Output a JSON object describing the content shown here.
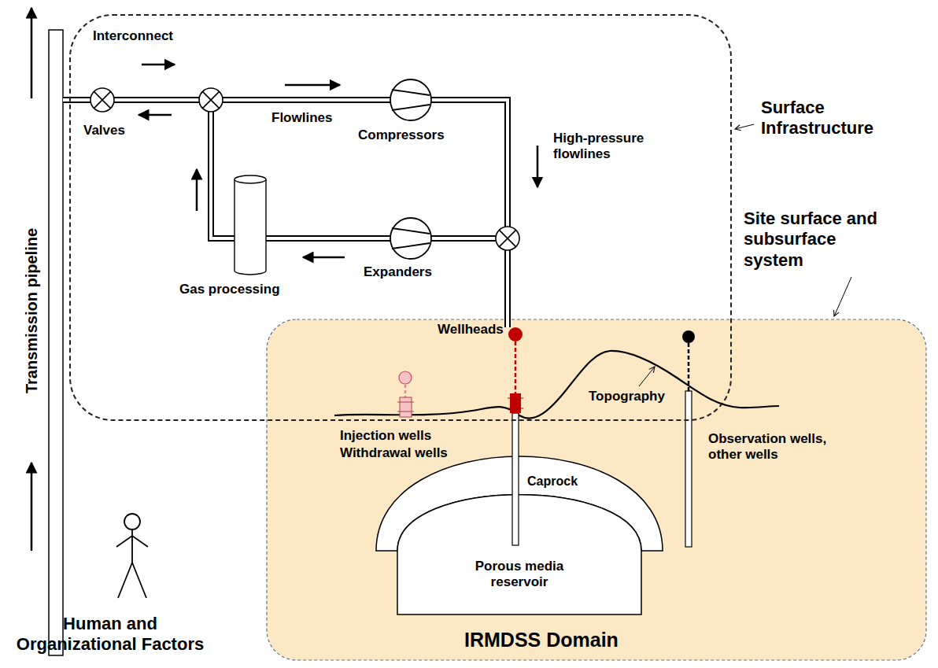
{
  "diagram": {
    "nodes": [
      {
        "text": [
          "Surface Infrastructure"
        ]
      },
      {
        "text": [
          "Site surface and subsurface system",
          "IRMDSS Domain"
        ]
      },
      {
        "text": [
          "Caprock"
        ],
        "in": 1
      },
      {
        "text": [
          "Porous media reservoir"
        ],
        "in": 1
      }
    ],
    "labels": [
      "Interconnect",
      "Valves",
      "Flowlines",
      "Compressors",
      "High-pressure flowlines",
      "Gas processing",
      "Expanders",
      "Wellheads",
      "Topography",
      "Injection wells",
      "Withdrawal wells",
      "Observation wells, other wells",
      "Transmission pipeline",
      "Human and Organizational Factors"
    ]
  }
}
